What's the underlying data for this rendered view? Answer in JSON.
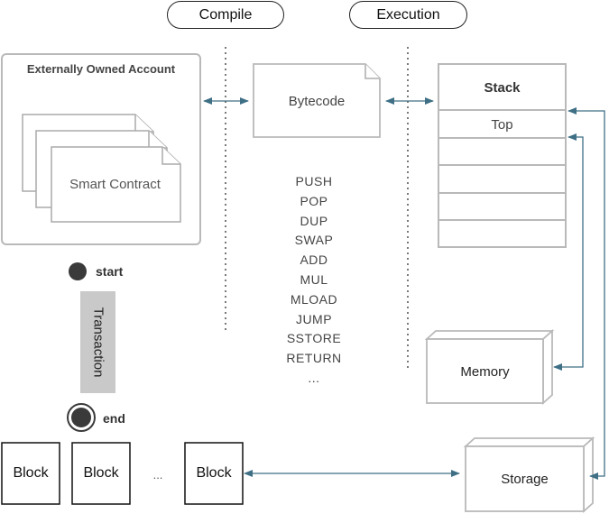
{
  "header": {
    "compile_label": "Compile",
    "execution_label": "Execution"
  },
  "eoa": {
    "title": "Externally Owned Account",
    "contract_label": "Smart Contract"
  },
  "bytecode": {
    "label": "Bytecode",
    "opcodes": [
      "PUSH",
      "POP",
      "DUP",
      "SWAP",
      "ADD",
      "MUL",
      "MLOAD",
      "JUMP",
      "SSTORE",
      "RETURN",
      "..."
    ]
  },
  "stack": {
    "title": "Stack",
    "top_label": "Top"
  },
  "memory": {
    "label": "Memory"
  },
  "storage": {
    "label": "Storage"
  },
  "transaction": {
    "start_label": "start",
    "label": "Transaction",
    "end_label": "end"
  },
  "chain": {
    "blocks": [
      "Block",
      "Block",
      "Block"
    ],
    "ellipsis": "..."
  },
  "colors": {
    "arrow": "#3e6f85",
    "frame": "#b9b9b9"
  }
}
